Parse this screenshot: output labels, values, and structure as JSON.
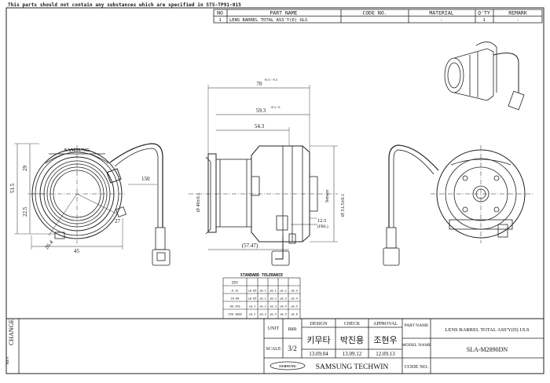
{
  "note": "This parts should not contain any substances which are specified in STS-TP91-015",
  "parts_list": {
    "headers": [
      "NO",
      "PART NAME",
      "CODE NO.",
      "MATERIAL",
      "Q'TY",
      "REMARK"
    ],
    "rows": [
      [
        "1",
        "LENS BARREL TOTAL ASS'Y(D) ULS",
        "",
        "-",
        "1",
        "-"
      ]
    ]
  },
  "dimensions": {
    "front_height_top": "29",
    "front_height_total": "51.5",
    "front_height_lower": "22.5",
    "front_width": "45",
    "front_angle_dim": "26.4",
    "front_radius": "27",
    "cable_length": "150",
    "side_total_length": "70",
    "side_total_tol": "+0.3 / -0.3",
    "side_flange_length": "59.3",
    "side_flange_tol": "+0.2 / 0",
    "side_mid_length": "54.3",
    "side_lens_dia": "Ø 40±0.1",
    "side_sensor_dia": "Ø 51.5±0.1",
    "side_fbl": "12.5",
    "side_fbl_label": "(FBL)",
    "side_cable_dim": "(57.47)",
    "sensor_label": "Sensor",
    "front_logo": "SAMSUNG"
  },
  "tolerance": {
    "title": "STANDARD TOLERANCE",
    "headers": [
      "DIV",
      "",
      "",
      " ",
      "",
      ""
    ],
    "rows": [
      [
        "0-15",
        "±0.05",
        "±0.1",
        "±0.1",
        "±0.2",
        "±0.3"
      ],
      [
        "16-60",
        "±0.05",
        "±0.1",
        "±0.2",
        "±0.3",
        "±0.4"
      ],
      [
        "60-250",
        "±0.1",
        "±0.2",
        "±0.3",
        "±0.4",
        "±0.5"
      ],
      [
        "250-1000",
        "±0.2",
        "±0.3",
        "±0.4",
        "±0.5",
        "±0.6"
      ]
    ]
  },
  "title_block": {
    "change_label": "CHANGE",
    "rev_label": "REV",
    "unit_label": "UNIT",
    "unit_value": "mm",
    "scale_label": "SCALE",
    "scale_value": "3/2",
    "design_label": "DESIGN",
    "check_label": "CHECK",
    "approval_label": "APPROVAL",
    "design_sig": "키무타",
    "check_sig": "박진용",
    "approval_sig": "조현우",
    "design_date": "13.09.04",
    "check_date": "13.09.12",
    "approval_date": "12.09.13",
    "company": "SAMSUNG TECHWIN",
    "logo_text": "SAMSUNG",
    "part_name_label": "PART NAME",
    "part_name_value": "LENS BARREL TOTAL ASS'Y(D) ULS",
    "model_name_label": "MODEL NAME",
    "model_name_value": "SLA-M2890DN",
    "code_no_label": "CODE NO.",
    "code_no_value": ""
  }
}
